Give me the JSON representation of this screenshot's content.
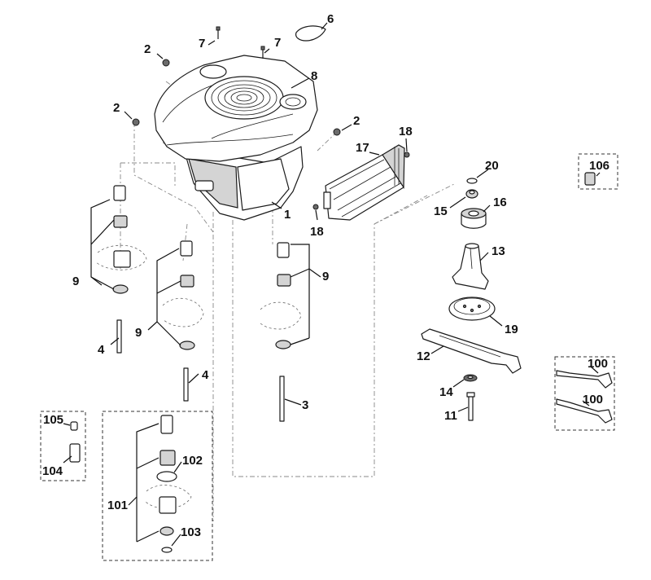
{
  "callouts": {
    "c1": "1",
    "c2a": "2",
    "c2b": "2",
    "c2c": "2",
    "c3": "3",
    "c4a": "4",
    "c4b": "4",
    "c6": "6",
    "c7a": "7",
    "c7b": "7",
    "c8": "8",
    "c9a": "9",
    "c9b": "9",
    "c9c": "9",
    "c11": "11",
    "c12": "12",
    "c13": "13",
    "c14": "14",
    "c15": "15",
    "c16": "16",
    "c17": "17",
    "c18a": "18",
    "c18b": "18",
    "c19": "19",
    "c20": "20",
    "c100a": "100",
    "c100b": "100",
    "c101": "101",
    "c102": "102",
    "c103": "103",
    "c104": "104",
    "c105": "105",
    "c106": "106"
  }
}
